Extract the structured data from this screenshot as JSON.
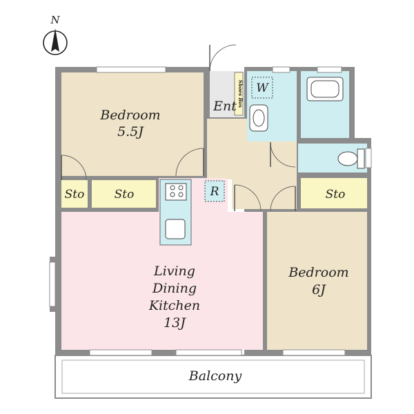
{
  "compass": {
    "label": "N"
  },
  "rooms": {
    "bedroom_west": {
      "line1": "Bedroom",
      "line2": "5.5J"
    },
    "bedroom_east": {
      "line1": "Bedroom",
      "line2": "6J"
    },
    "ldk": {
      "line1": "Living",
      "line2": "Dining",
      "line3": "Kitchen",
      "line4": "13J"
    },
    "entrance": "Ent",
    "shoes_box": "Shoes Box",
    "washer": "W",
    "refrigerator": "R",
    "storage_1": "Sto",
    "storage_2": "Sto",
    "storage_3": "Sto",
    "balcony": "Balcony"
  },
  "colors": {
    "bedroom": "#efe4c9",
    "ldk": "#fbe5e8",
    "wet_area": "#cfeef2",
    "storage": "#fbf7c4",
    "hall": "#efe4c9",
    "entrance": "#e8e8e8",
    "balcony": "#ffffff",
    "wall": "#8c8c8c"
  }
}
